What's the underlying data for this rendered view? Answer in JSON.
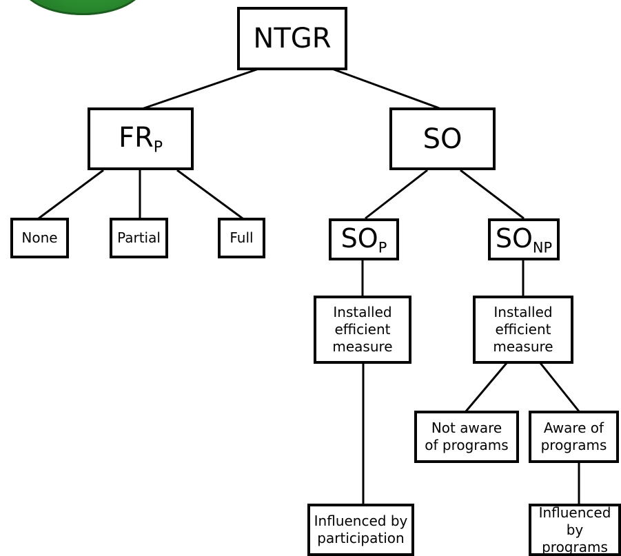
{
  "nodes": {
    "root": "NTGR",
    "fr": {
      "main": "FR",
      "sub": "P"
    },
    "so": "SO",
    "fr_none": "None",
    "fr_partial": "Partial",
    "fr_full": "Full",
    "sop": {
      "main": "SO",
      "sub": "P"
    },
    "sonp": {
      "main": "SO",
      "sub": "NP"
    },
    "sop_installed": [
      "Installed",
      "efficient",
      "measure"
    ],
    "sop_influenced": [
      "Influenced by",
      "participation"
    ],
    "sonp_installed": [
      "Installed",
      "efficient",
      "measure"
    ],
    "sonp_not_aware": [
      "Not aware",
      "of programs"
    ],
    "sonp_aware": [
      "Aware of",
      "programs"
    ],
    "sonp_influenced": [
      "Influenced by",
      "programs"
    ]
  },
  "colors": {
    "line": "#000000",
    "box_border": "#000000",
    "logo": "#2a8a2e"
  },
  "icons": {
    "logo": "green-circle-logo"
  }
}
